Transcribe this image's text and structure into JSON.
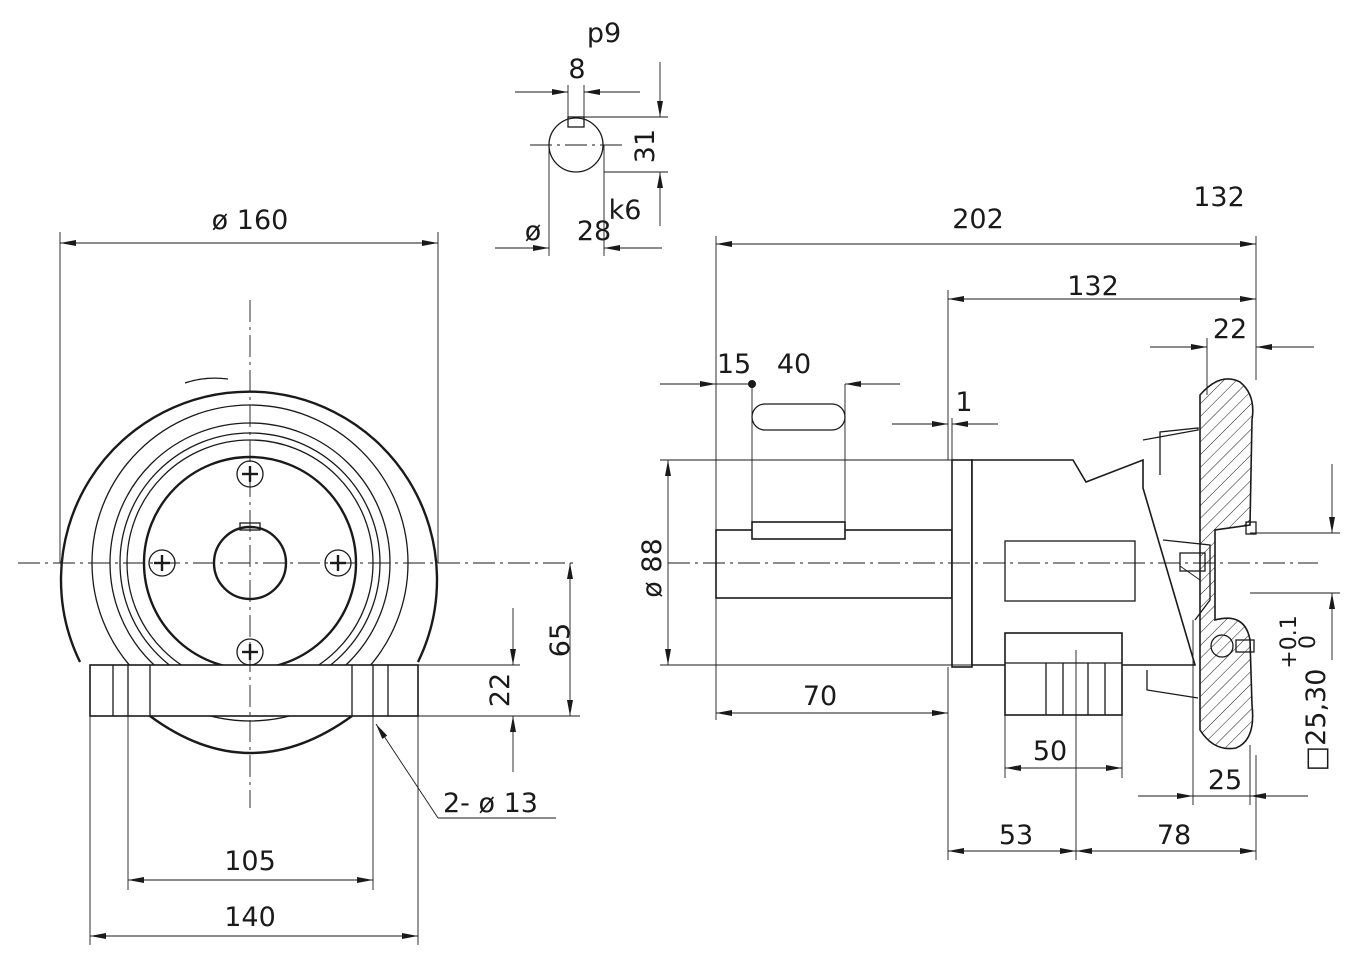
{
  "front_view": {
    "dia_160": "ø  160",
    "dim_65": "65",
    "dim_22": "22",
    "holes_note": "2-  ø  13",
    "dim_105": "105",
    "dim_140": "140"
  },
  "shaft_detail": {
    "key_tolerance": "p9",
    "key_width": "8",
    "key_height": "31",
    "shaft_tolerance": "k6",
    "shaft_dia_symbol": "ø",
    "shaft_dia": "28"
  },
  "side_view": {
    "top_right_132": "132",
    "dim_202": "202",
    "dim_132": "132",
    "dim_22": "22",
    "dim_15": "15",
    "dim_40": "40",
    "dim_1": "1",
    "dia_88": "ø  88",
    "dim_70": "70",
    "dim_50": "50",
    "dim_53": "53",
    "dim_78": "78",
    "dim_25": "25",
    "square_note": "□25,30",
    "tol_upper": "+0.1",
    "tol_lower": "0"
  }
}
